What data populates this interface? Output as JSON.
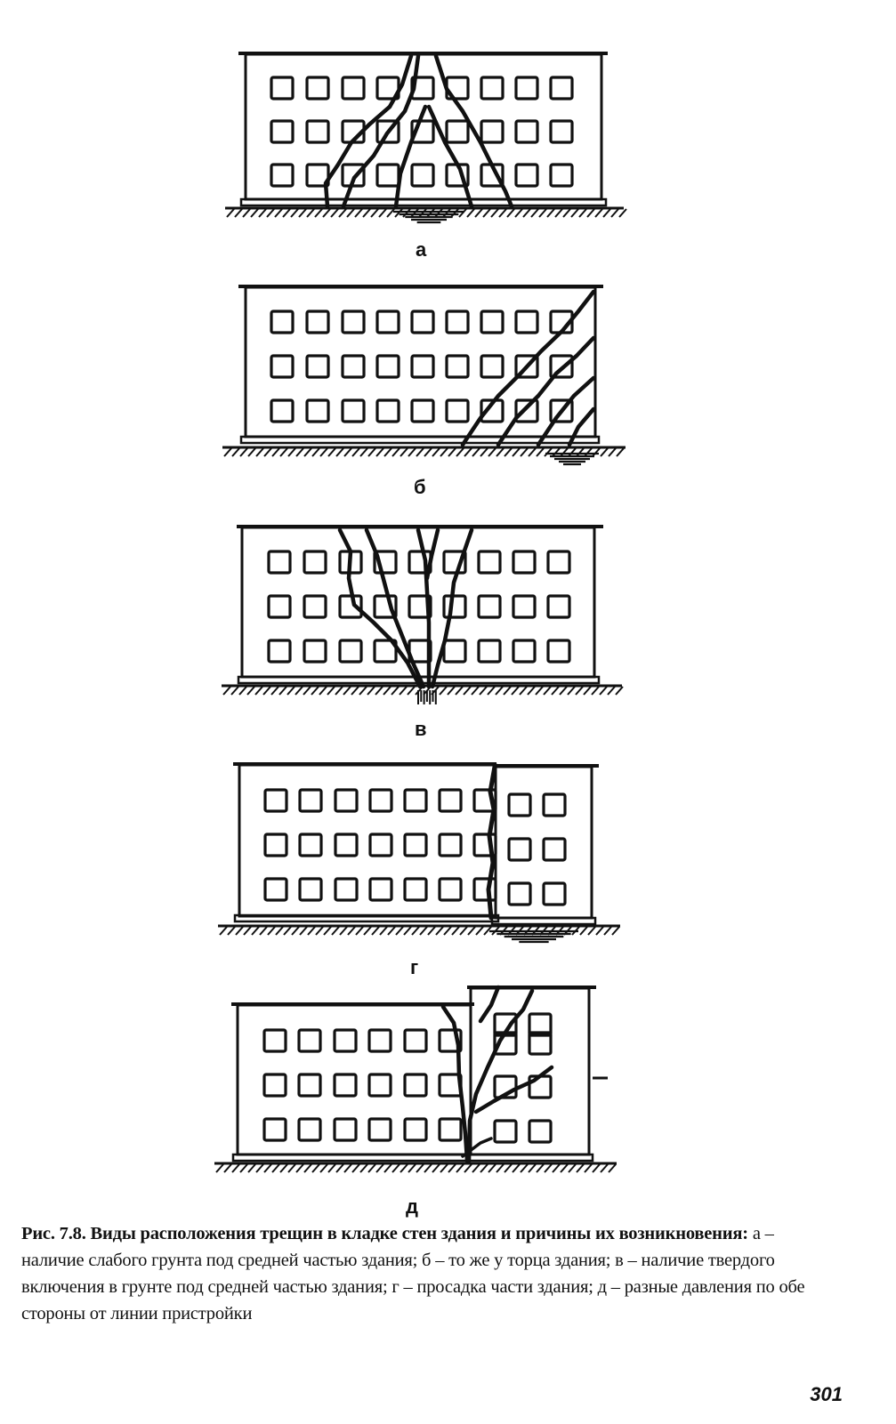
{
  "figure": {
    "panels": [
      {
        "id": "a",
        "label": "а"
      },
      {
        "id": "b",
        "label": "б"
      },
      {
        "id": "v",
        "label": "в"
      },
      {
        "id": "g",
        "label": "г"
      },
      {
        "id": "d",
        "label": "д"
      }
    ]
  },
  "caption": {
    "title": "Рис. 7.8. Виды расположения трещин в кладке стен здания и причины их возникновения:",
    "text": " а – наличие слабого грунта под средней частью здания; б – то же у торца здания; в – наличие твердого включения в грунте под средней частью здания; г – просадка части здания; д – разные давления по обе стороны от линии пристройки"
  },
  "page_number": "301"
}
